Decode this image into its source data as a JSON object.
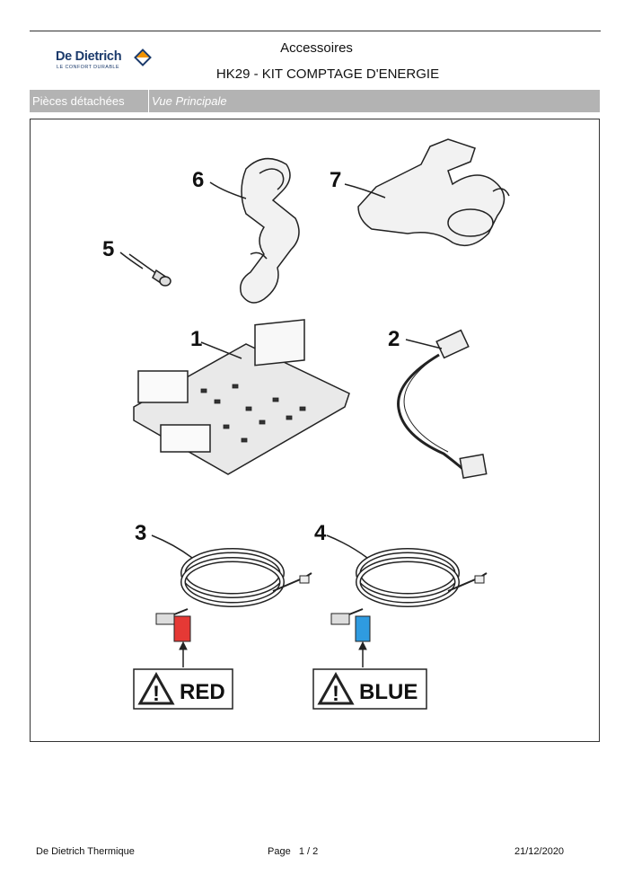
{
  "header": {
    "logo_brand": "De Dietrich",
    "logo_tagline": "LE CONFORT DURABLE",
    "category": "Accessoires",
    "title": "HK29 - KIT COMPTAGE D'ENERGIE"
  },
  "tabbar": {
    "section": "Pièces détachées",
    "view": "Vue Principale"
  },
  "diagram": {
    "callouts": [
      "1",
      "2",
      "3",
      "4",
      "5",
      "6",
      "7"
    ],
    "warning_red": "RED",
    "warning_blue": "BLUE",
    "colors": {
      "red_sensor": "#e53935",
      "blue_sensor": "#2f9be0"
    }
  },
  "footer": {
    "company": "De Dietrich Thermique",
    "page_label": "Page",
    "page_value": "1 / 2",
    "date": "21/12/2020"
  }
}
